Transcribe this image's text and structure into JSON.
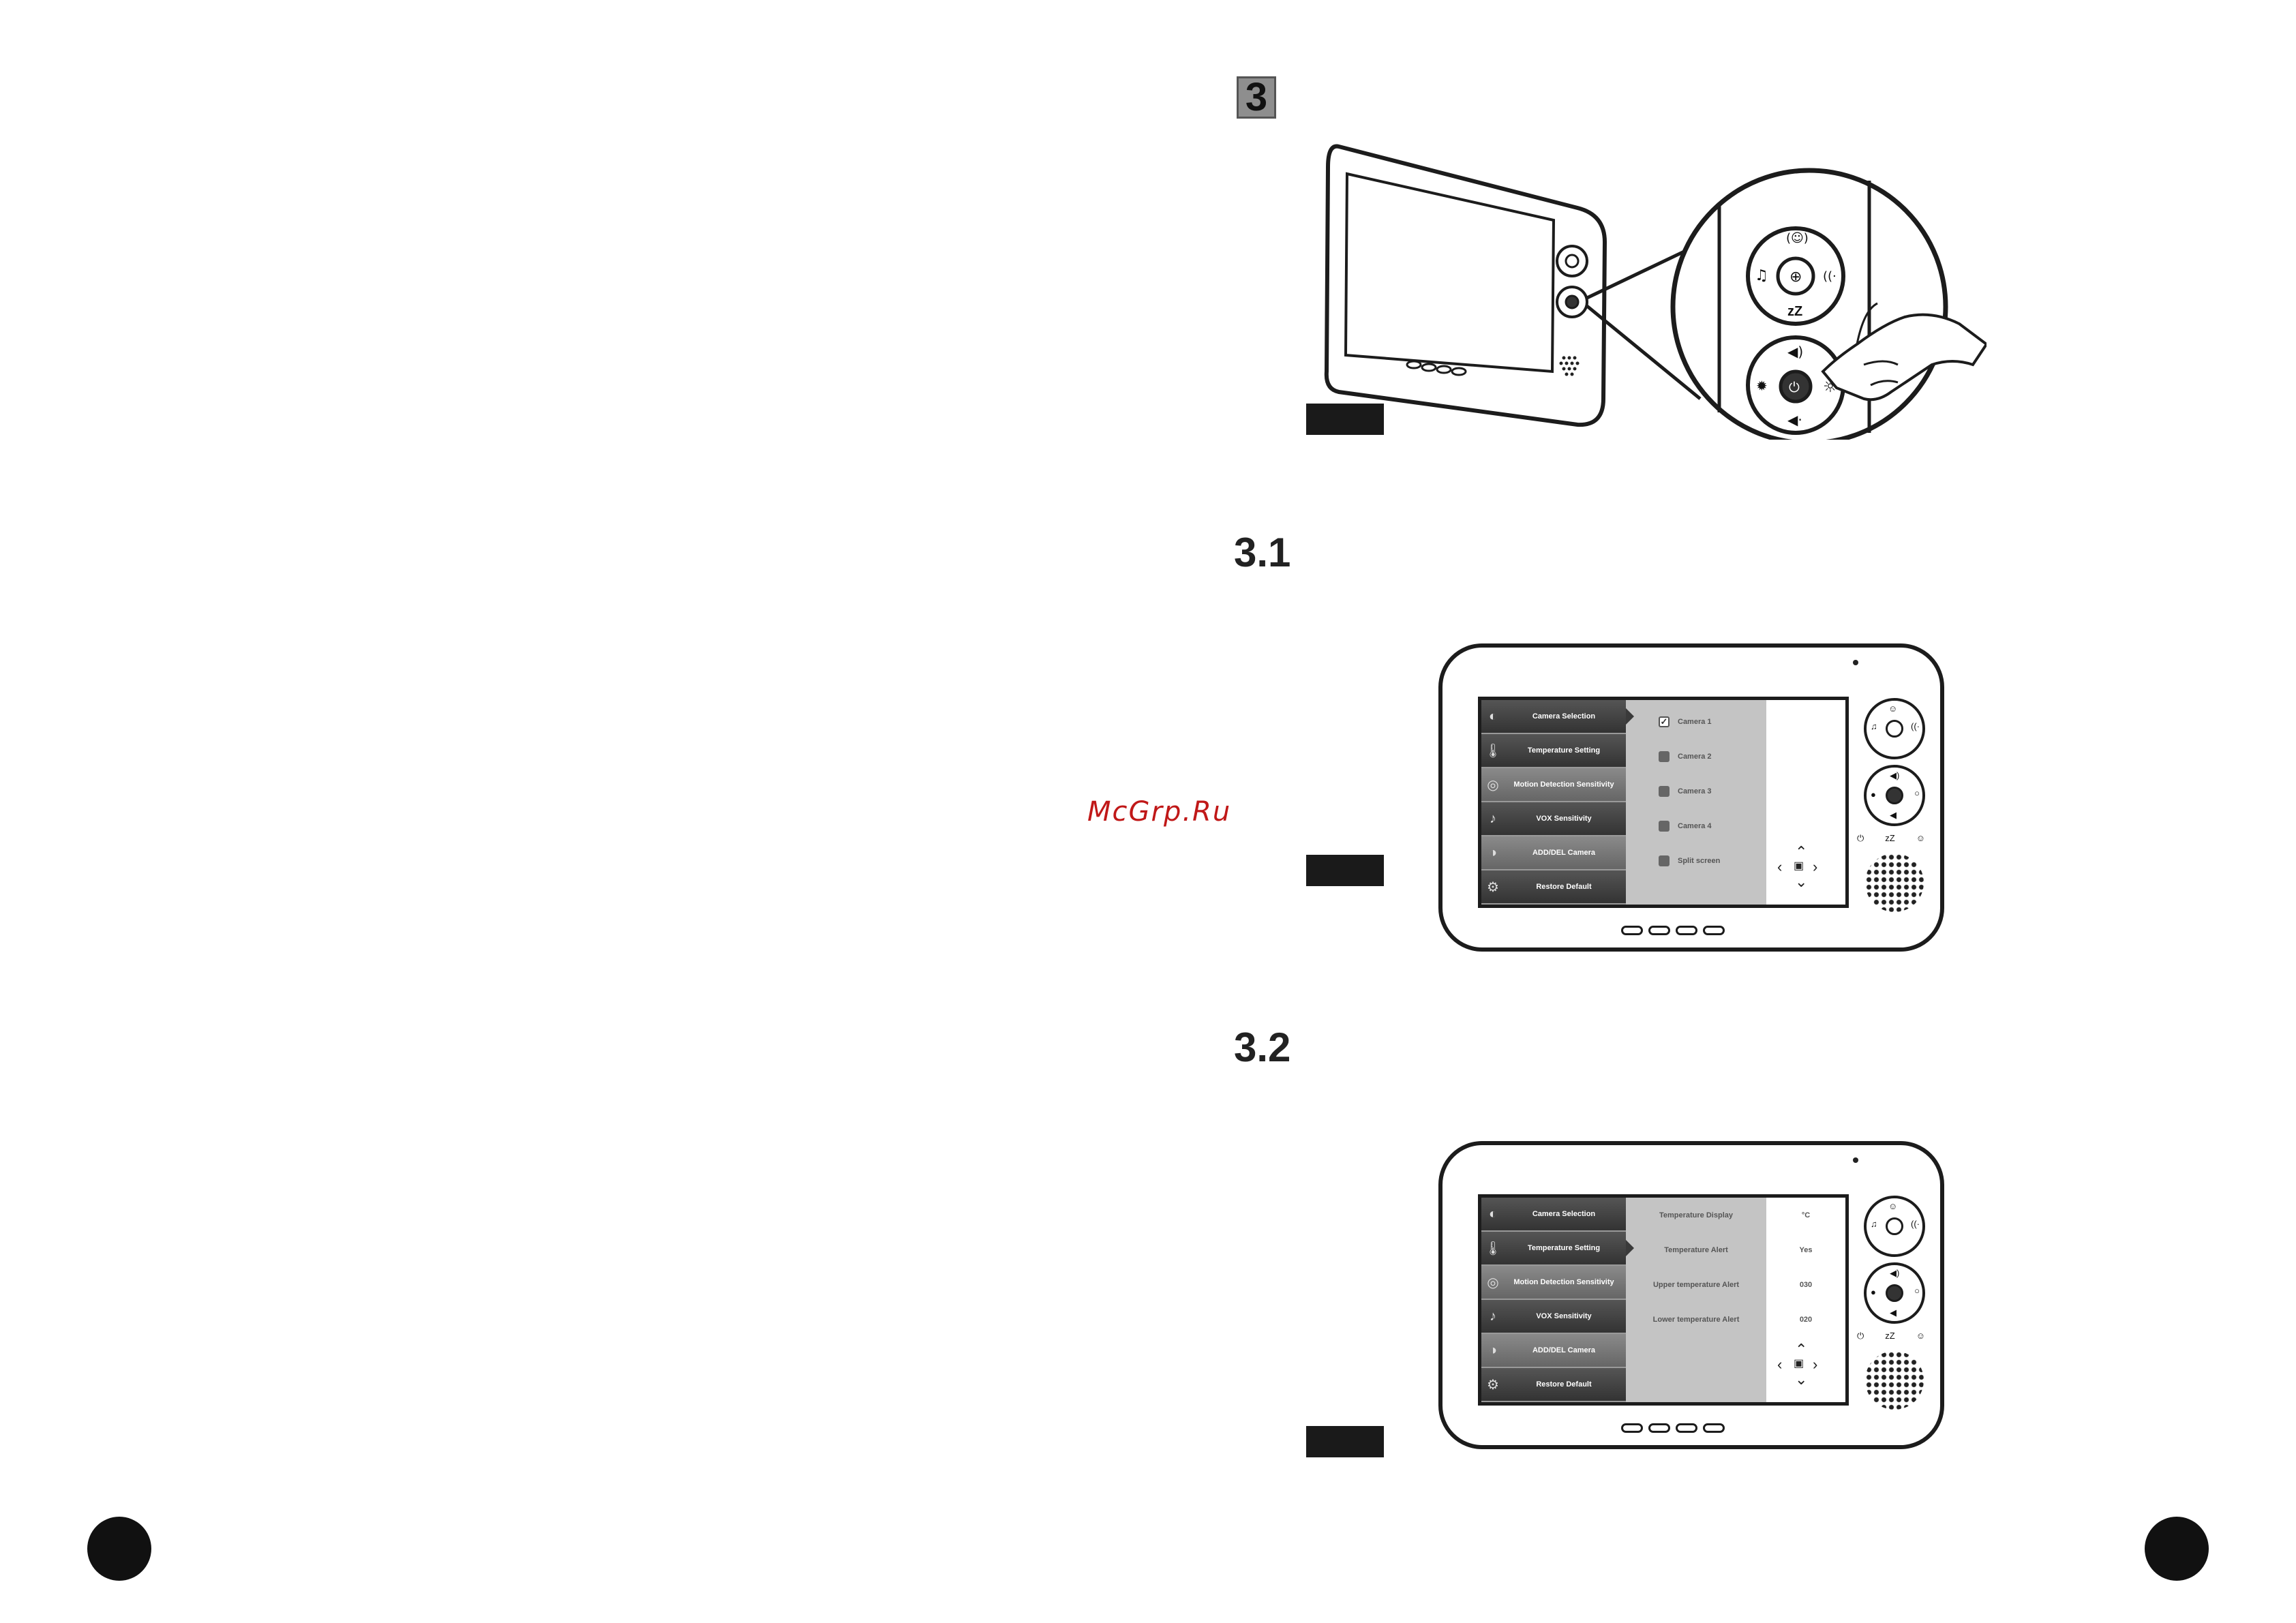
{
  "sections": {
    "sec3": "3",
    "sec3_1": "3.1",
    "sec3_2": "3.2"
  },
  "watermark": "McGrp.Ru",
  "hand_unit": {
    "zoom_label": "zZ"
  },
  "screen31": {
    "menu": [
      {
        "label": "Camera Selection",
        "icon": "camera-icon"
      },
      {
        "label": "Temperature Setting",
        "icon": "thermometer-icon"
      },
      {
        "label": "Motion Detection Sensitivity",
        "icon": "motion-icon"
      },
      {
        "label": "VOX Sensitivity",
        "icon": "vox-icon"
      },
      {
        "label": "ADD/DEL Camera",
        "icon": "add-camera-icon"
      },
      {
        "label": "Restore Default",
        "icon": "gear-icon"
      }
    ],
    "options": [
      {
        "label": "Camera 1",
        "checked": true
      },
      {
        "label": "Camera 2",
        "checked": false
      },
      {
        "label": "Camera 3",
        "checked": false
      },
      {
        "label": "Camera 4",
        "checked": false
      },
      {
        "label": "Split screen",
        "checked": false
      }
    ]
  },
  "screen32": {
    "menu": [
      {
        "label": "Camera Selection",
        "icon": "camera-icon"
      },
      {
        "label": "Temperature Setting",
        "icon": "thermometer-icon"
      },
      {
        "label": "Motion Detection Sensitivity",
        "icon": "motion-icon"
      },
      {
        "label": "VOX Sensitivity",
        "icon": "vox-icon"
      },
      {
        "label": "ADD/DEL Camera",
        "icon": "add-camera-icon"
      },
      {
        "label": "Restore Default",
        "icon": "gear-icon"
      }
    ],
    "settings": [
      {
        "label": "Temperature Display",
        "value": "°C"
      },
      {
        "label": "Temperature Alert",
        "value": "Yes"
      },
      {
        "label": "Upper temperature Alert",
        "value": "030"
      },
      {
        "label": "Lower temperature Alert",
        "value": "020"
      }
    ]
  },
  "side_panel": {
    "led_labels": [
      "⏻",
      "zZ",
      "☺"
    ]
  }
}
